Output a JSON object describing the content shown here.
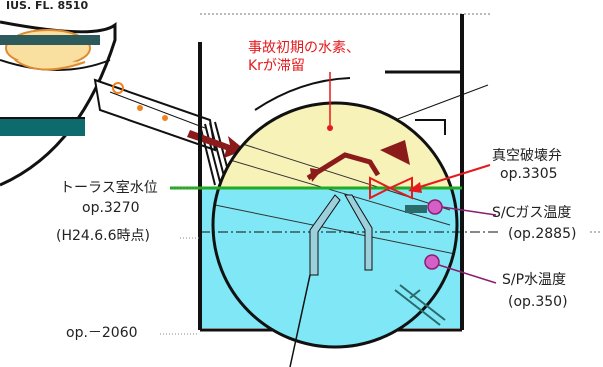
{
  "top_left_text": "IUS. FL. 8510",
  "annotation_hydrogen_line1": "事故初期の水素、",
  "annotation_hydrogen_line2": "Krが滞留",
  "vacuum_breaker_label": "真空破壊弁",
  "vacuum_breaker_elev": "op.3305",
  "torus_water_label": "トーラス室水位",
  "torus_water_elev": "op.3270",
  "torus_water_date": "(H24.6.6時点)",
  "sc_gas_temp_label": "S/Cガス温度",
  "sc_gas_temp_elev": "(op.2885)",
  "sp_water_temp_label": "S/P水温度",
  "sp_water_temp_elev": "(op.350)",
  "floor_elev": "op.－2060",
  "colors": {
    "suppression_water": "#7fe7f5",
    "gas_space": "#f7f2b8",
    "water_line": "#22aa22",
    "annotation": "#e41a1c",
    "marker": "#8b1e6e",
    "pipe_red": "#8b1a1a"
  }
}
